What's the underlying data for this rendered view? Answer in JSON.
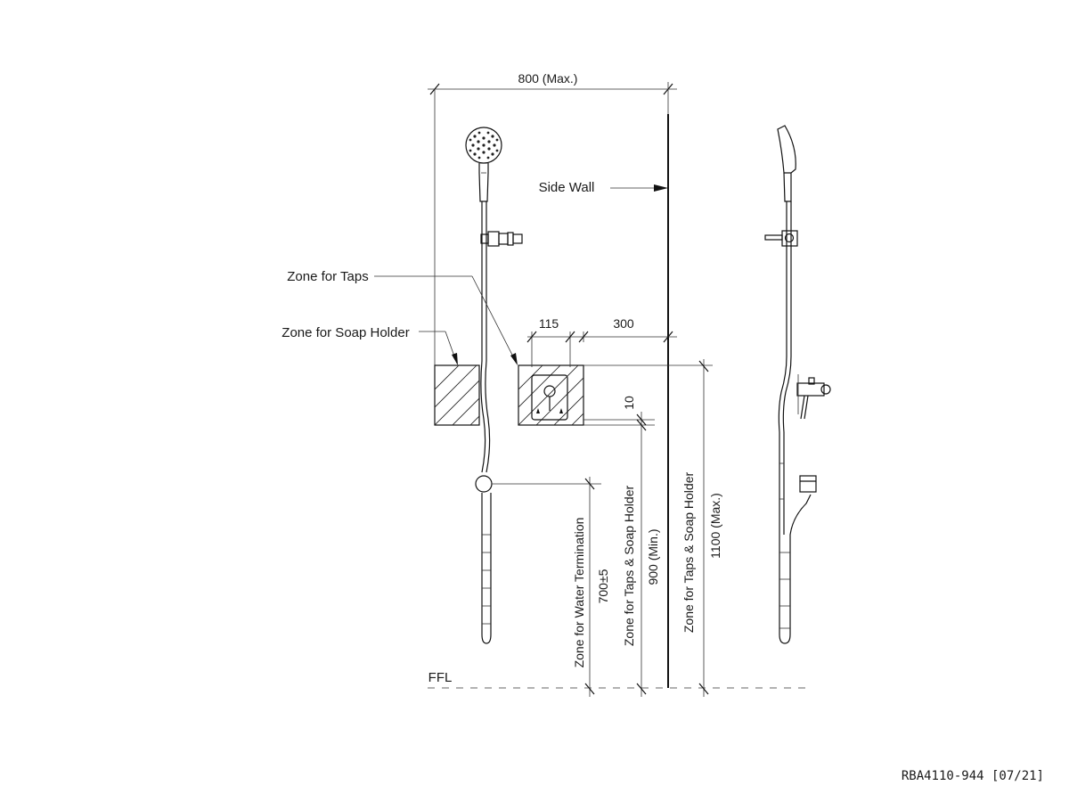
{
  "drawing": {
    "dimensions": {
      "width_max": "800 (Max.)",
      "width_115": "115",
      "width_300": "300",
      "offset_10": "10",
      "water_termination": "700±5",
      "taps_min": "900 (Min.)",
      "taps_max": "1100 (Max.)"
    },
    "labels": {
      "side_wall": "Side Wall",
      "zone_taps": "Zone for Taps",
      "zone_soap": "Zone for Soap Holder",
      "zone_water": "Zone for Water Termination",
      "zone_taps_soap_1": "Zone for Taps & Soap Holder",
      "zone_taps_soap_2": "Zone for Taps & Soap Holder",
      "ffl": "FFL"
    },
    "reference_code": "RBA4110-944 [07/21]"
  }
}
